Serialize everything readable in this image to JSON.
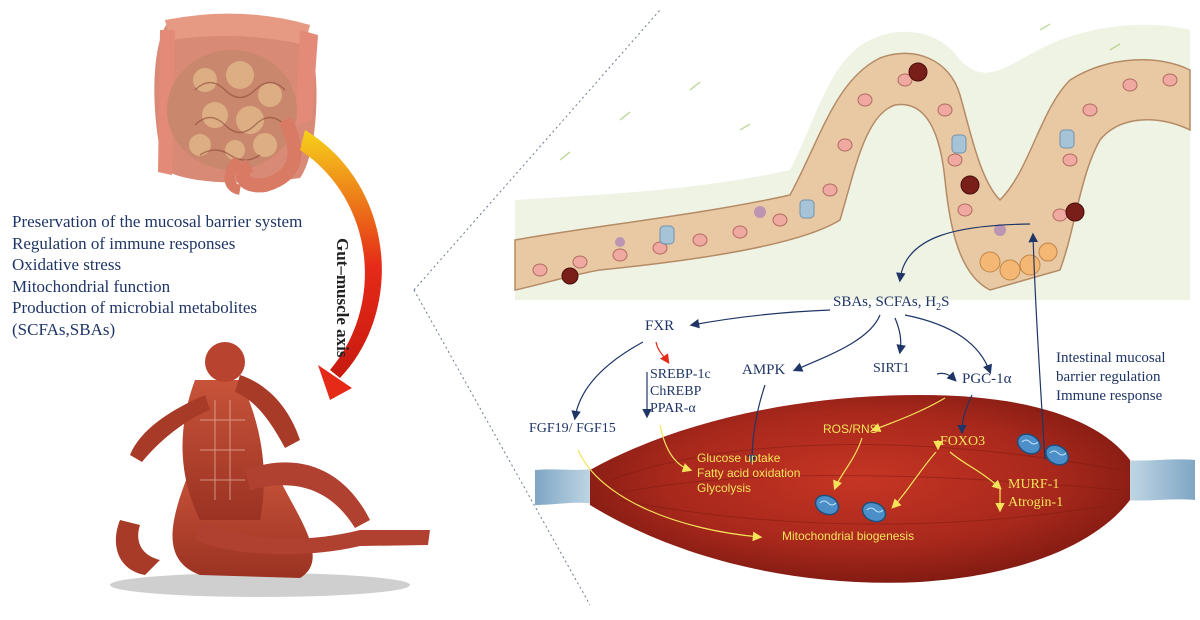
{
  "axis_label": "Gut–muscle axis",
  "effects": [
    "Preservation of the mucosal barrier system",
    "Regulation of immune responses",
    " Oxidative stress",
    " Mitochondrial function",
    "Production of microbial metabolites",
    "(SCFAs,SBAs)"
  ],
  "metabolites": {
    "pre": "SBAs, SCFAs, H",
    "sub": "2",
    "post": "S"
  },
  "nodes": {
    "fxr": "FXR",
    "srebp": "SREBP-1c",
    "chrebp": "ChREBP",
    "ppar": "PPAR-α",
    "ampk": "AMPK",
    "sirt1": "SIRT1",
    "pgc": "PGC-1α",
    "fgf": "FGF19/ FGF15",
    "ros": "ROS/RNS",
    "foxo3": "FOXO3",
    "murf": "MURF-1",
    "atrogin": "Atrogin-1",
    "glucose": "Glucose uptake",
    "fatty": "Fatty acid oxidation",
    "glyco": "Glycolysis",
    "mito": "Mitochondrial biogenesis"
  },
  "intestinal_effects": [
    "Intestinal mucosal",
    "barrier regulation",
    "Immune response"
  ],
  "colors": {
    "navy": "#1f3566",
    "label_yellow": "#f6e35a",
    "axis_arrow_red": "#e52a18",
    "muscle_red": "#a8281c",
    "tendon_blue": "#a9c9dc"
  }
}
